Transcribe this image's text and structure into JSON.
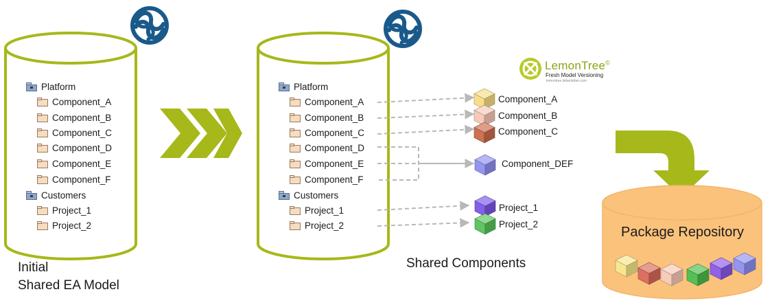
{
  "left_model": {
    "items": [
      {
        "label": "Platform",
        "kind": "package"
      },
      {
        "label": "Component_A",
        "kind": "folder"
      },
      {
        "label": "Component_B",
        "kind": "folder"
      },
      {
        "label": "Component_C",
        "kind": "folder"
      },
      {
        "label": "Component_D",
        "kind": "folder"
      },
      {
        "label": "Component_E",
        "kind": "folder"
      },
      {
        "label": "Component_F",
        "kind": "folder"
      },
      {
        "label": "Customers",
        "kind": "package"
      },
      {
        "label": "Project_1",
        "kind": "folder"
      },
      {
        "label": "Project_2",
        "kind": "folder"
      }
    ],
    "caption_line1": "Initial",
    "caption_line2": "Shared EA Model"
  },
  "middle_model": {
    "items": [
      {
        "label": "Platform",
        "kind": "package"
      },
      {
        "label": "Component_A",
        "kind": "folder"
      },
      {
        "label": "Component_B",
        "kind": "folder"
      },
      {
        "label": "Component_C",
        "kind": "folder"
      },
      {
        "label": "Component_D",
        "kind": "folder"
      },
      {
        "label": "Component_E",
        "kind": "folder"
      },
      {
        "label": "Component_F",
        "kind": "folder"
      },
      {
        "label": "Customers",
        "kind": "package"
      },
      {
        "label": "Project_1",
        "kind": "folder"
      },
      {
        "label": "Project_2",
        "kind": "folder"
      }
    ]
  },
  "shared_components": {
    "caption": "Shared Components",
    "items": [
      {
        "label": "Component_A",
        "color": "#f7dc83"
      },
      {
        "label": "Component_B",
        "color": "#f7c7b7"
      },
      {
        "label": "Component_C",
        "color": "#c96a4a"
      },
      {
        "label": "Component_DEF",
        "color": "#8f8ff0"
      },
      {
        "label": "Project_1",
        "color": "#7c55e6"
      },
      {
        "label": "Project_2",
        "color": "#57c25a"
      }
    ]
  },
  "lemontree": {
    "name": "LemonTree",
    "mark": "©",
    "tagline": "Fresh Model Versioning",
    "url": "lemontree.lieberlieber.com"
  },
  "repository": {
    "title": "Package Repository",
    "cube_colors": [
      "#f7e58a",
      "#d9685a",
      "#f7c9b5",
      "#4cbc4c",
      "#8a5ae6",
      "#8f8ff0"
    ]
  },
  "colors": {
    "accent": "#a6b81a",
    "repo_fill": "#fbc27c",
    "ea_logo": "#1a5a8a"
  }
}
